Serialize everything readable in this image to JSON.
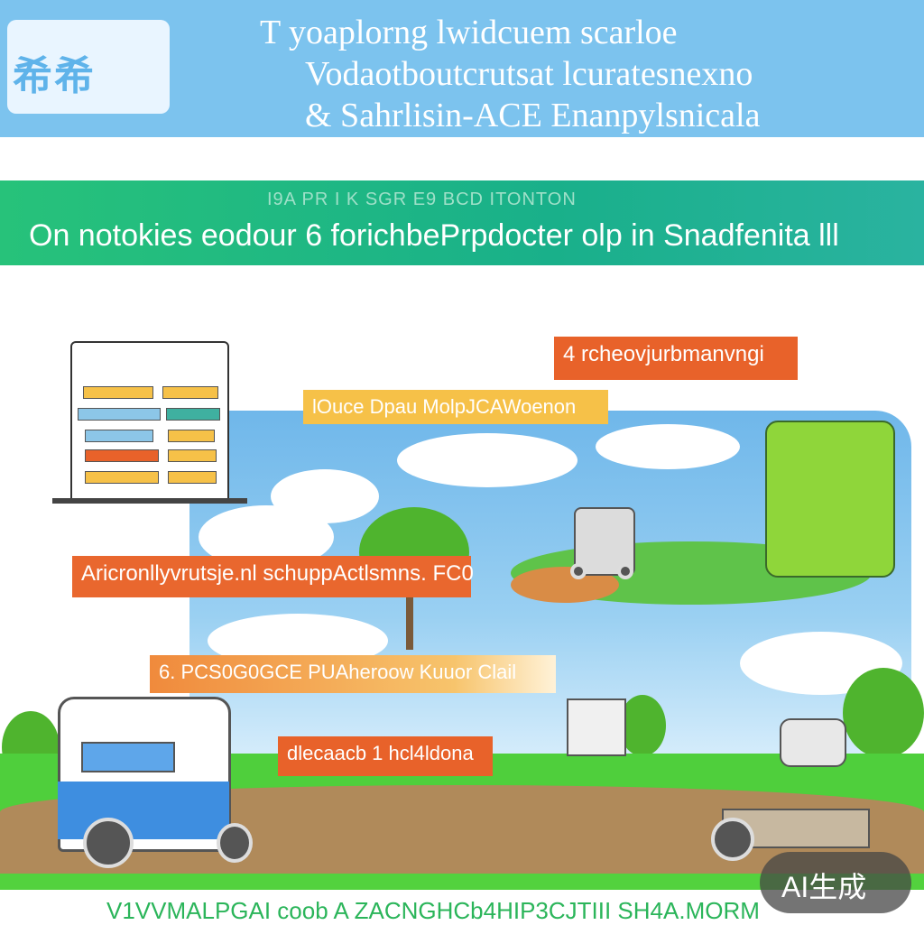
{
  "header": {
    "logo_text": "希希",
    "title_lines": [
      "T   yoaplorng lwidcuem scarloe",
      "Vodaotboutcrutsat lcuratesnexno",
      "&  Sahrlisin-ACE Enanpylsnicala"
    ]
  },
  "banner": {
    "small_text": "I9A PR I K SGR E9 BCD ITONTON",
    "main_text": "On notokies eodour 6 forichbePrpdocter olp in Snadfenita lll"
  },
  "labels": {
    "l1": "4 rcheovjurbmanvngi",
    "l2": "lOuce Dpau MolpJCAWoenon",
    "l3": "Aricronllyvrutsje.nl schuppActlsmns. FC0",
    "l4": "6. PCS0G0GCE PUAheroow Kuuor Clail",
    "l5": "dlecaacb 1 hcl4ldona"
  },
  "footer": {
    "text": "V1VVMALPGAI coob  A ZACNGHCb4HIP3CJTIII SH4A.MORM"
  },
  "badge": {
    "text": "AI生成"
  },
  "colors": {
    "header_blue": "#7cc3ee",
    "banner_green": "#19b08a",
    "label_orange": "#e8622a",
    "label_yellow": "#f6c148",
    "grass": "#4fcf3c"
  }
}
